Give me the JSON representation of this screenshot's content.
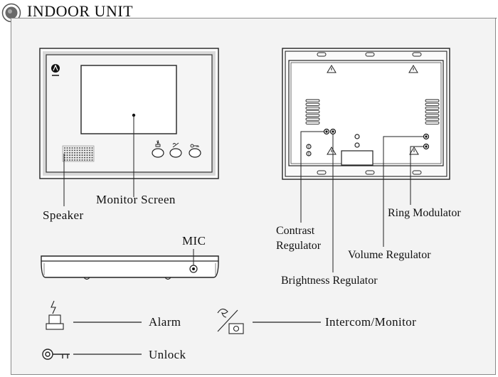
{
  "title": "INDOOR  UNIT",
  "front_view": {
    "monitor_screen_label": "Monitor Screen",
    "speaker_label": "Speaker"
  },
  "side_view": {
    "mic_label": "MIC"
  },
  "back_view": {
    "contrast_label_line1": "Contrast",
    "contrast_label_line2": "Regulator",
    "brightness_label": "Brightness  Regulator",
    "volume_label": "Volume Regulator",
    "ring_label": "Ring Modulator"
  },
  "legend": {
    "alarm_label": "Alarm",
    "unlock_label": "Unlock",
    "intercom_label": "Intercom/Monitor",
    "alarm_icon": "alarm-lamp-icon",
    "unlock_icon": "key-icon",
    "intercom_icon": "intercom-monitor-icon"
  },
  "colors": {
    "panel_bg": "#f3f3f3",
    "line": "#222222",
    "badge": "#666666"
  }
}
